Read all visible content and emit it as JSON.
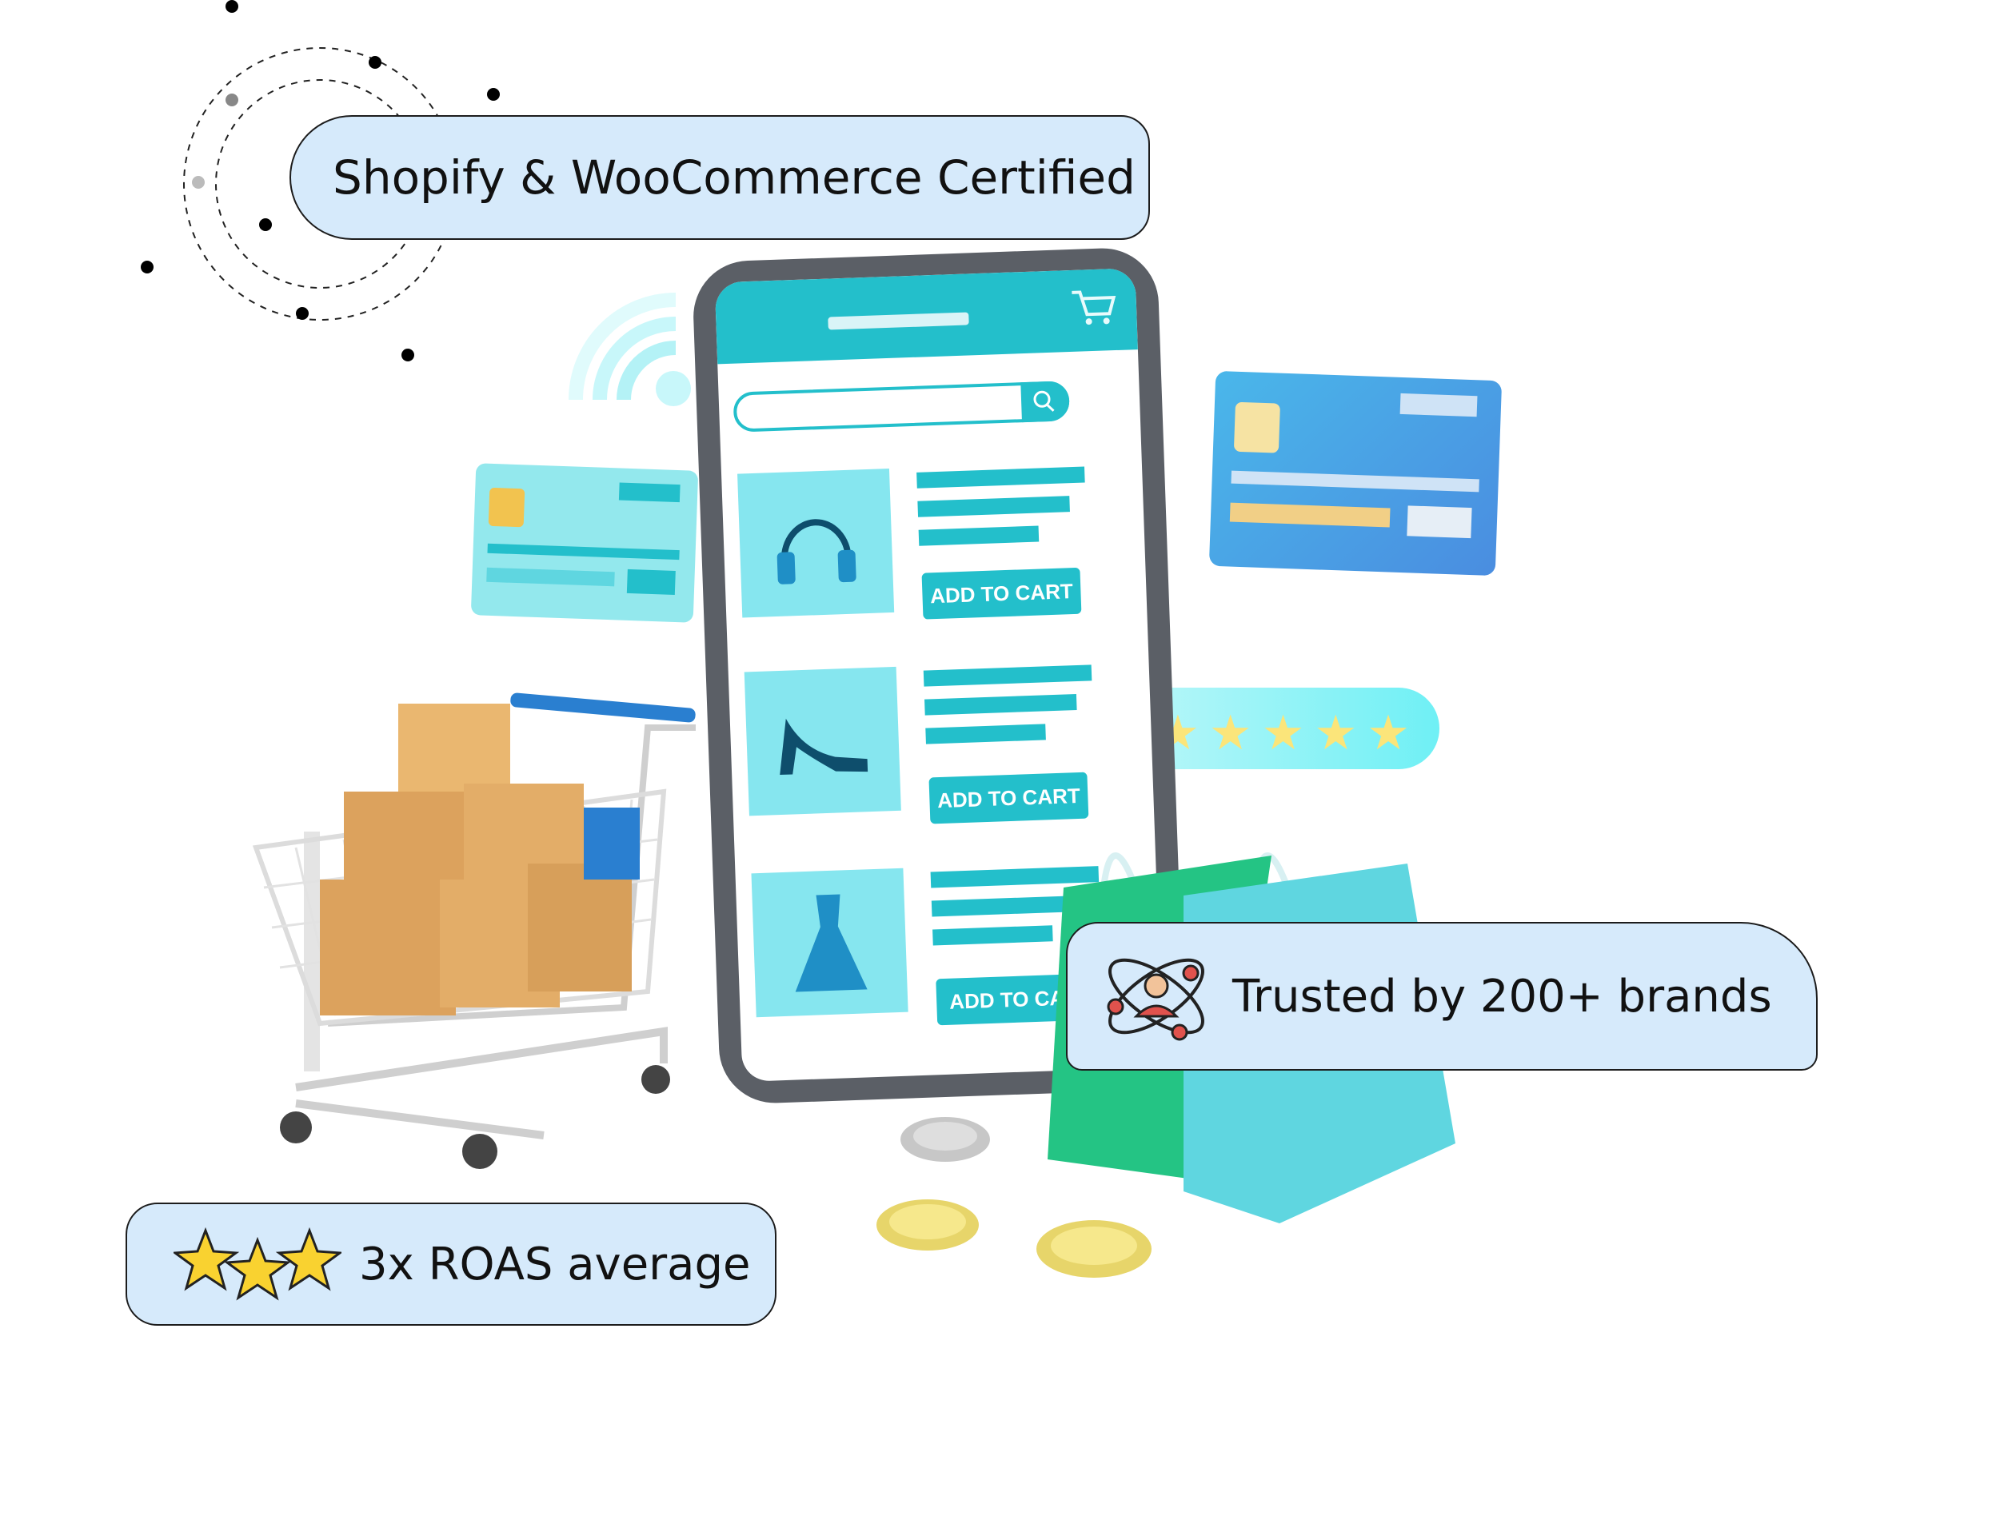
{
  "badges": {
    "certified": "Shopify & WooCommerce Certified",
    "trusted": "Trusted by 200+ brands",
    "roas": "3x ROAS average"
  },
  "phone": {
    "products": [
      {
        "icon": "headphones-icon",
        "button": "ADD TO CART"
      },
      {
        "icon": "high-heel-icon",
        "button": "ADD TO CART"
      },
      {
        "icon": "dress-icon",
        "button": "ADD TO CAR"
      }
    ]
  },
  "colors": {
    "accent": "#23bfcb",
    "pill_bg": "#d6eafb",
    "phone_body": "#5b5f66"
  }
}
